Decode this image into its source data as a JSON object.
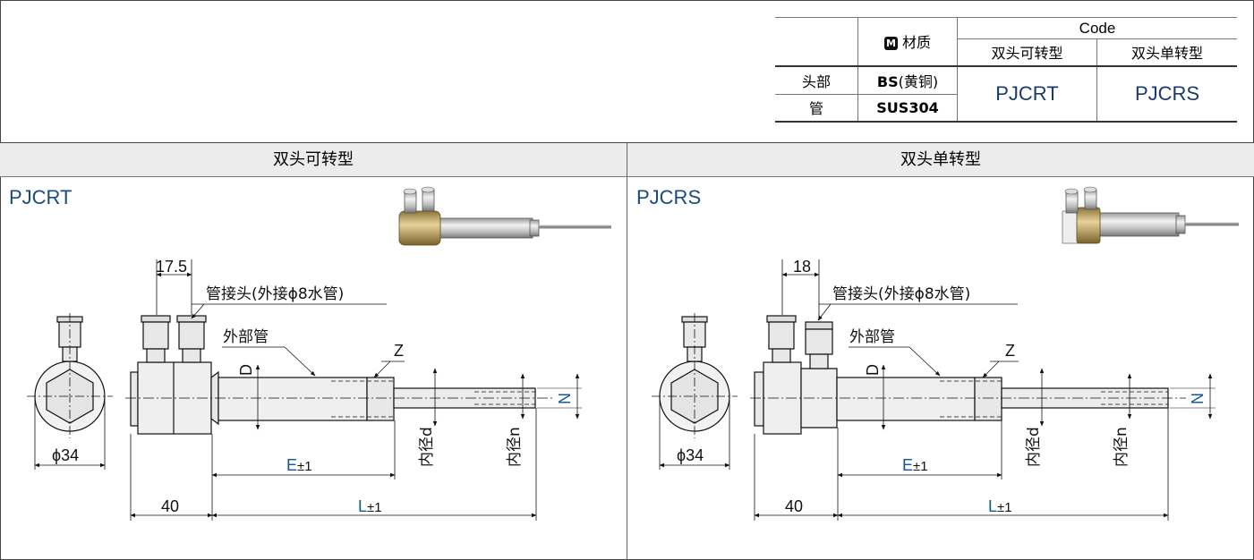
{
  "spec_table": {
    "material_header": "材质",
    "material_badge": "M",
    "code_header": "Code",
    "code_col1": "双头可转型",
    "code_col2": "双头单转型",
    "row1_part": "头部",
    "row1_material": "BS",
    "row1_material_note": "(黄铜)",
    "row2_part": "管",
    "row2_material": "SUS304",
    "code1": "PJCRT",
    "code2": "PJCRS"
  },
  "left_panel": {
    "header": "双头可转型",
    "model": "PJCRT",
    "pitch_dim": "17.5",
    "fitting_label": "管接头(外接ϕ8水管)",
    "outer_tube_label": "外部管",
    "d_label": "D",
    "z_label": "Z",
    "inner_d_label": "内径d",
    "inner_n_label": "内径n",
    "n_label": "N",
    "phi_label": "ϕ34",
    "e_label": "E",
    "tol": "±1",
    "l_label": "L",
    "dim_40": "40"
  },
  "right_panel": {
    "header": "双头单转型",
    "model": "PJCRS",
    "pitch_dim": "18",
    "fitting_label": "管接头(外接ϕ8水管)",
    "outer_tube_label": "外部管",
    "d_label": "D",
    "z_label": "Z",
    "inner_d_label": "内径d",
    "inner_n_label": "内径n",
    "n_label": "N",
    "phi_label": "ϕ34",
    "e_label": "E",
    "tol": "±1",
    "l_label": "L",
    "dim_40": "40"
  },
  "colors": {
    "accent_blue": "#1456a0",
    "model_blue": "#1a4a80",
    "header_bg": "#ececec",
    "brass": "#c9a860"
  }
}
